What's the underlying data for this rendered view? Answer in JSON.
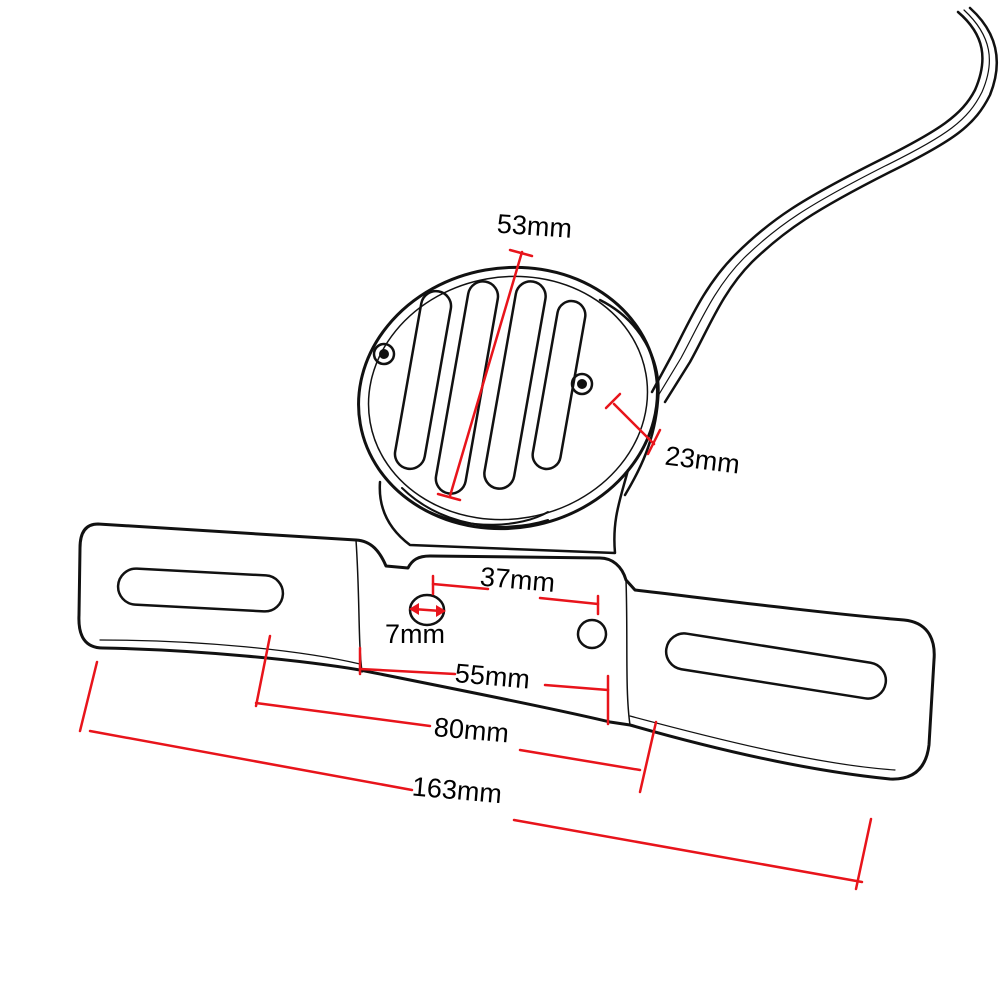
{
  "colors": {
    "dimension_line": "#e8141b",
    "ink": "#111111",
    "background": "#ffffff"
  },
  "dimensions": {
    "lamp_diameter": "53mm",
    "lamp_depth": "23mm",
    "hole_spacing": "37mm",
    "hole_diameter": "7mm",
    "center_width": "55mm",
    "slot_spacing": "80mm",
    "overall_length": "163mm"
  }
}
